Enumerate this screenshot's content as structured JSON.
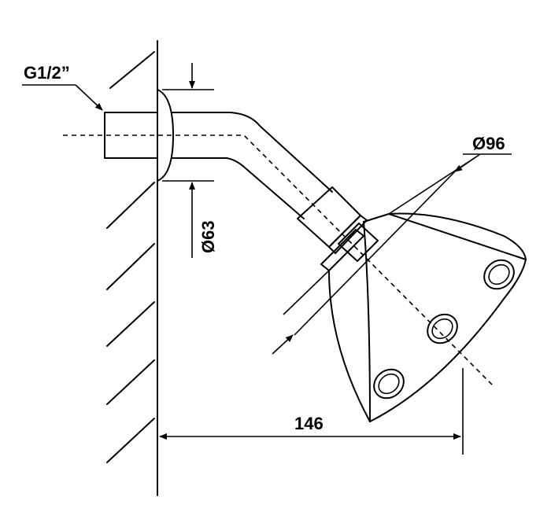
{
  "labels": {
    "thread": "G1/2”",
    "flange_diameter": "Ø63",
    "head_diameter": "Ø96",
    "projection": "146"
  },
  "colors": {
    "line": "#000000",
    "background": "#ffffff"
  }
}
